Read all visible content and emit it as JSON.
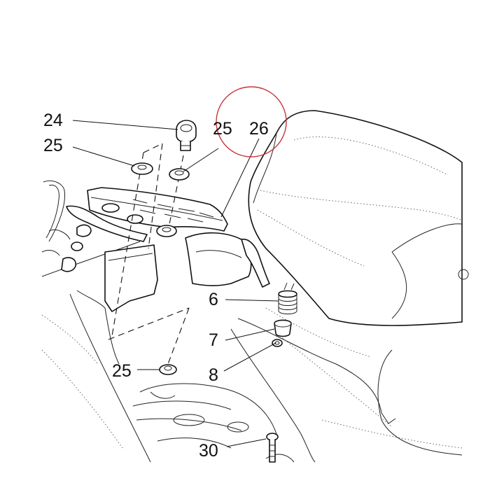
{
  "callouts": {
    "c24": "24",
    "c25a": "25",
    "c25b": "25",
    "c26": "26",
    "c6": "6",
    "c7": "7",
    "c8": "8",
    "c25c": "25",
    "c30": "30"
  },
  "highlight": {
    "target": "26",
    "color": "#c8343a"
  }
}
